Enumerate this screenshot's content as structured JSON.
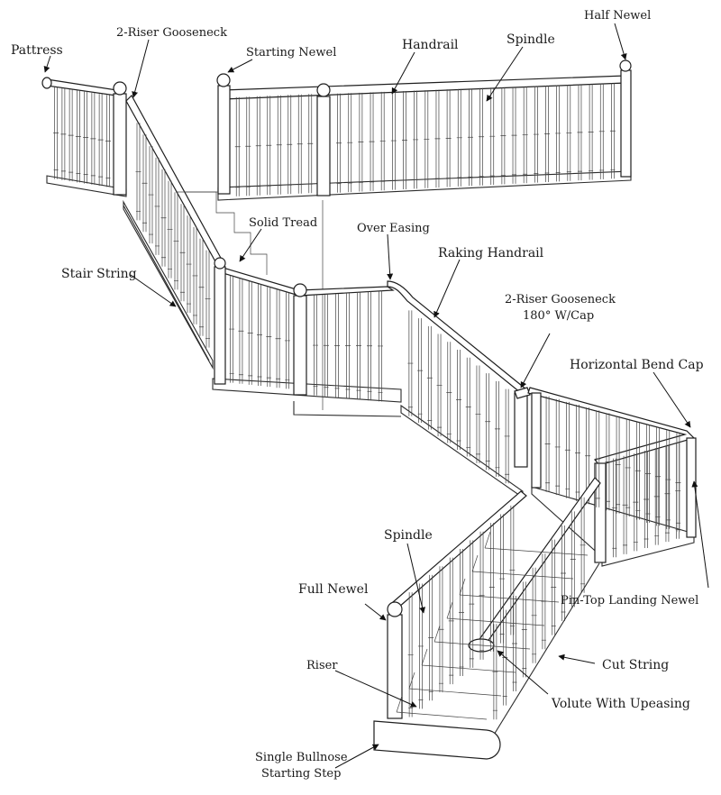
{
  "labels": {
    "pattress": "Pattress",
    "gooseneck_top": "2-Riser Gooseneck",
    "starting_newel": "Starting Newel",
    "handrail": "Handrail",
    "spindle_top": "Spindle",
    "half_newel": "Half Newel",
    "solid_tread": "Solid Tread",
    "over_easing": "Over Easing",
    "raking_handrail": "Raking Handrail",
    "stair_string": "Stair String",
    "gooseneck_180_line1": "2-Riser Gooseneck",
    "gooseneck_180_line2": "180° W/Cap",
    "horizontal_bend_cap": "Horizontal Bend Cap",
    "spindle_lower": "Spindle",
    "full_newel": "Full Newel",
    "pin_top_landing_newel": "Pin-Top Landing Newel",
    "cut_string": "Cut String",
    "riser": "Riser",
    "volute_with_upeasing": "Volute With Upeasing",
    "single_bullnose_line1": "Single Bullnose",
    "single_bullnose_line2": "Starting Step"
  }
}
